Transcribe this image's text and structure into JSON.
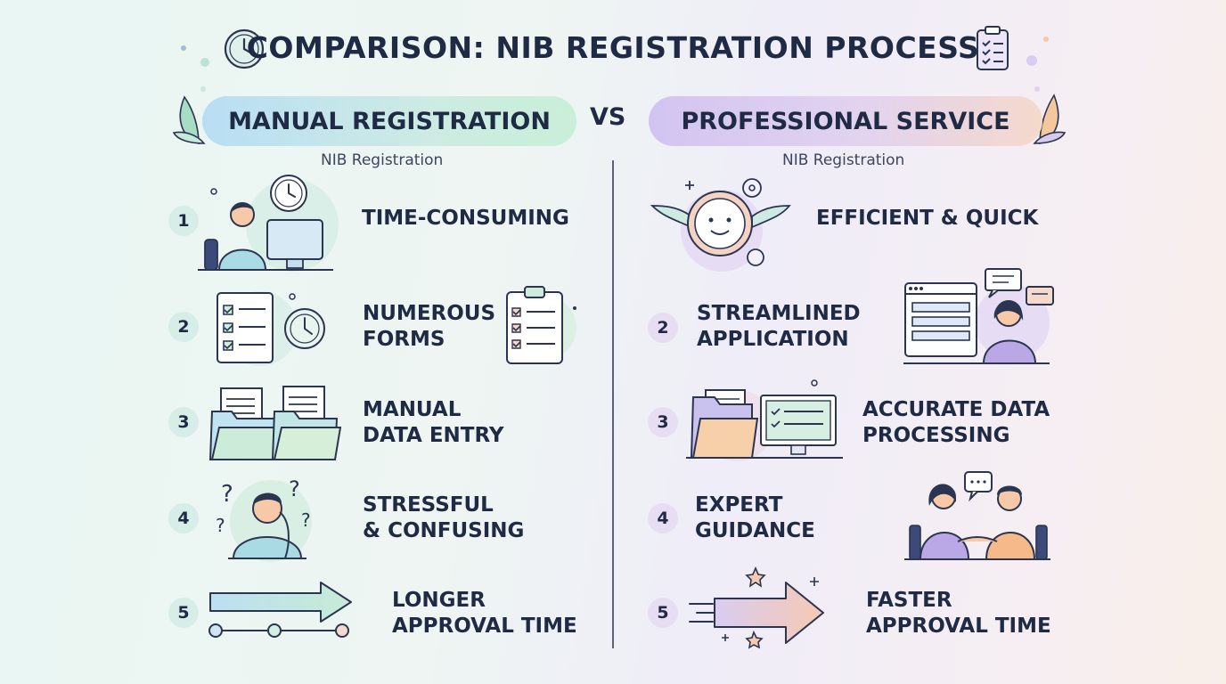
{
  "title": "COMPARISON: NIB REGISTRATION PROCESS",
  "vs": "VS",
  "left": {
    "header": "MANUAL REGISTRATION",
    "subtitle": "NIB Registration",
    "items": [
      {
        "num": "1",
        "line1": "TIME-CONSUMING",
        "line2": ""
      },
      {
        "num": "2",
        "line1": "NUMEROUS",
        "line2": "FORMS"
      },
      {
        "num": "3",
        "line1": "MANUAL",
        "line2": "DATA ENTRY"
      },
      {
        "num": "4",
        "line1": "STRESSFUL",
        "line2": "& CONFUSING"
      },
      {
        "num": "5",
        "line1": "LONGER",
        "line2": "APPROVAL TIME"
      }
    ]
  },
  "right": {
    "header": "PROFESSIONAL SERVICE",
    "subtitle": "NIB Registration",
    "items": [
      {
        "num": "",
        "line1": "EFFICIENT & QUICK",
        "line2": ""
      },
      {
        "num": "2",
        "line1": "STREAMLINED",
        "line2": "APPLICATION"
      },
      {
        "num": "3",
        "line1": "ACCURATE DATA",
        "line2": "PROCESSING"
      },
      {
        "num": "4",
        "line1": "EXPERT",
        "line2": "GUIDANCE"
      },
      {
        "num": "5",
        "line1": "FASTER",
        "line2": "APPROVAL TIME"
      }
    ]
  },
  "colors": {
    "ink": "#1f2a44",
    "mint": "#cdebe3",
    "lavender": "#e2d3ef",
    "peach": "#f5d9cc"
  }
}
